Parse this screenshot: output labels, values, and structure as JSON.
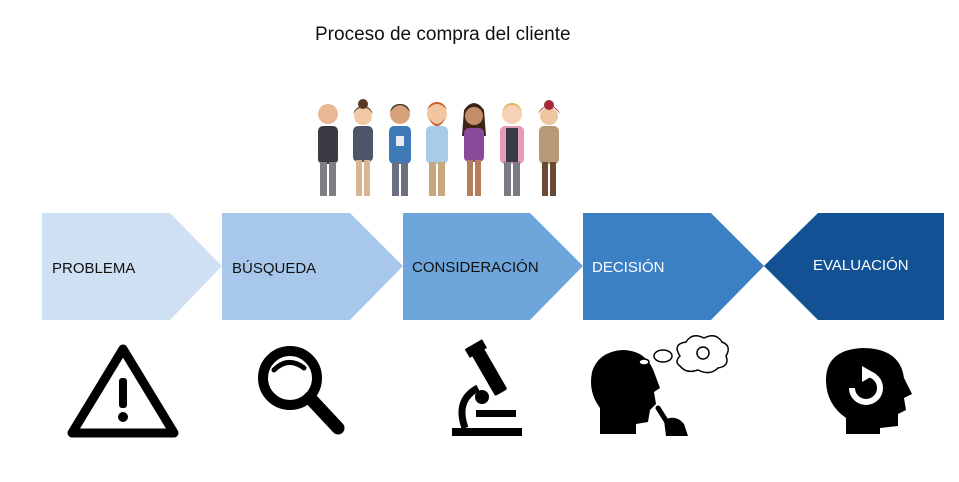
{
  "diagram": {
    "title": "Proceso de compra del cliente",
    "steps": [
      {
        "label": "PROBLEMA",
        "color": "#cfe0f2",
        "text_color": "#111111",
        "icon": "warning-icon"
      },
      {
        "label": "BÚSQUEDA",
        "color": "#a7c8ea",
        "text_color": "#111111",
        "icon": "magnifier-icon"
      },
      {
        "label": "CONSIDERACIÓN",
        "color": "#6ea6dc",
        "text_color": "#111111",
        "icon": "microscope-icon"
      },
      {
        "label": "DECISIÓN",
        "color": "#3b7fc4",
        "text_color": "#ffffff",
        "icon": "thinking-head-icon"
      },
      {
        "label": "EVALUACIÓN",
        "color": "#115194",
        "text_color": "#ffffff",
        "icon": "head-refresh-icon"
      }
    ],
    "people_icon": "customer-group-illustration"
  }
}
